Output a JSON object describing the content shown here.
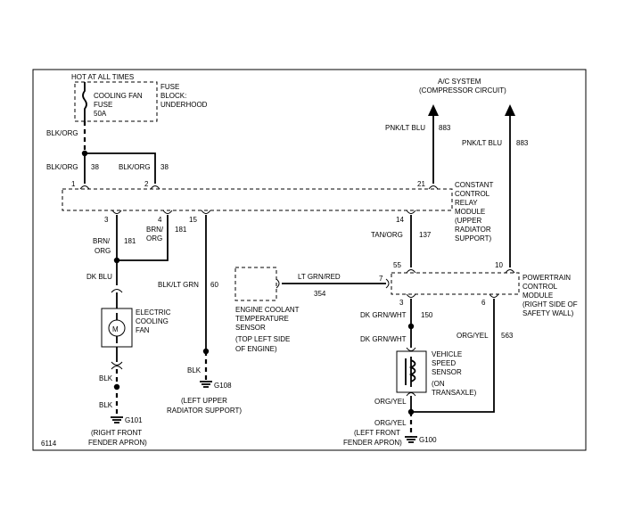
{
  "labels": {
    "hot_at_all_times": "HOT AT ALL TIMES",
    "fuse_name_1": "COOLING FAN",
    "fuse_name_2": "FUSE",
    "fuse_name_3": "50A",
    "fuse_block_1": "FUSE",
    "fuse_block_2": "BLOCK:",
    "fuse_block_3": "UNDERHOOD",
    "wire_blk_org_top": "BLK/ORG",
    "wire_blk_org_left": "BLK/ORG",
    "wire_38_left": "38",
    "wire_blk_org_right": "BLK/ORG",
    "wire_38_right": "38",
    "ccrm_1": "CONSTANT",
    "ccrm_2": "CONTROL",
    "ccrm_3": "RELAY",
    "ccrm_4": "MODULE",
    "ccrm_5": "(UPPER",
    "ccrm_6": "RADIATOR",
    "ccrm_7": "SUPPORT)",
    "ac_1": "A/C SYSTEM",
    "ac_2": "(COMPRESSOR CIRCUIT)",
    "pnk_lt_blu_1": "PNK/LT BLU",
    "n883_1": "883",
    "pnk_lt_blu_2": "PNK/LT BLU",
    "n883_2": "883",
    "pin_1": "1",
    "pin_2": "2",
    "pin_21": "21",
    "pin_3": "3",
    "pin_4": "4",
    "pin_15": "15",
    "pin_14": "14",
    "brn_org_1a": "BRN/",
    "brn_org_1b": "ORG",
    "n181_1": "181",
    "brn_org_2a": "BRN/",
    "brn_org_2b": "ORG",
    "n181_2": "181",
    "tan_org": "TAN/ORG",
    "n137": "137",
    "dk_blu": "DK BLU",
    "blk_lt_grn": "BLK/LT GRN",
    "n60": "60",
    "lt_grn_red": "LT GRN/RED",
    "n354": "354",
    "pin_55": "55",
    "pin_7": "7",
    "pin_10": "10",
    "pin_3b": "3",
    "pin_6": "6",
    "pcm_1": "POWERTRAIN",
    "pcm_2": "CONTROL",
    "pcm_3": "MODULE",
    "pcm_4": "(RIGHT SIDE OF",
    "pcm_5": "SAFETY WALL)",
    "ect_1": "ENGINE COOLANT",
    "ect_2": "TEMPERATURE",
    "ect_3": "SENSOR",
    "ect_4": "(TOP LEFT SIDE",
    "ect_5": "OF ENGINE)",
    "fan_1": "ELECTRIC",
    "fan_2": "COOLING",
    "fan_3": "FAN",
    "dk_grn_wht_1": "DK GRN/WHT",
    "n150": "150",
    "dk_grn_wht_2": "DK GRN/WHT",
    "org_yel_1": "ORG/YEL",
    "n563": "563",
    "vss_1": "VEHICLE",
    "vss_2": "SPEED",
    "vss_3": "SENSOR",
    "vss_4": "(ON",
    "vss_5": "TRANSAXLE)",
    "blk_1": "BLK",
    "blk_2": "BLK",
    "blk_3": "BLK",
    "g108": "G108",
    "g108_loc_1": "(LEFT UPPER",
    "g108_loc_2": "RADIATOR SUPPORT)",
    "g101": "G101",
    "g101_loc_1": "(RIGHT FRONT",
    "g101_loc_2": "FENDER APRON)",
    "org_yel_2": "ORG/YEL",
    "org_yel_3": "ORG/YEL",
    "g100": "G100",
    "g100_loc_1": "(LEFT FRONT",
    "g100_loc_2": "FENDER APRON)",
    "figure_number": "6114"
  }
}
